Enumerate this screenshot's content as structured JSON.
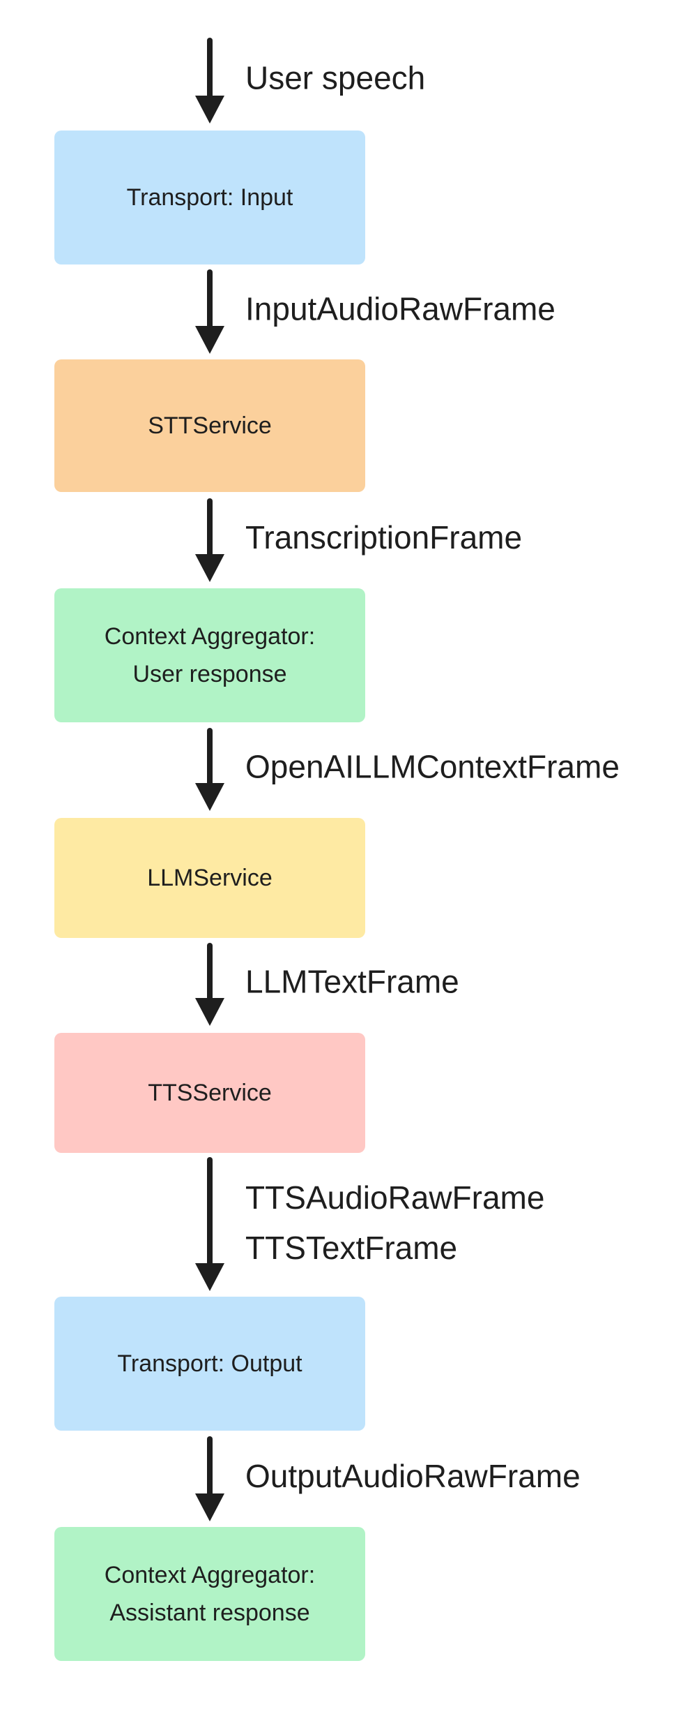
{
  "colors": {
    "text": "#1e1e1e",
    "arrow": "#1e1e1e",
    "blue": "#bfe3fc",
    "orange": "#fbd09c",
    "green": "#b1f3c6",
    "yellow": "#feeaa3",
    "red": "#ffc8c4"
  },
  "nodes": [
    {
      "id": "transport-input",
      "lines": [
        "Transport: Input"
      ],
      "color": "#bfe3fc"
    },
    {
      "id": "stt-service",
      "lines": [
        "STTService"
      ],
      "color": "#fbd09c"
    },
    {
      "id": "context-aggregator-user",
      "lines": [
        "Context Aggregator:",
        "User response"
      ],
      "color": "#b1f3c6"
    },
    {
      "id": "llm-service",
      "lines": [
        "LLMService"
      ],
      "color": "#feeaa3"
    },
    {
      "id": "tts-service",
      "lines": [
        "TTSService"
      ],
      "color": "#ffc8c4"
    },
    {
      "id": "transport-output",
      "lines": [
        "Transport: Output"
      ],
      "color": "#bfe3fc"
    },
    {
      "id": "context-aggregator-assistant",
      "lines": [
        "Context Aggregator:",
        "Assistant response"
      ],
      "color": "#b1f3c6"
    }
  ],
  "edges": [
    {
      "id": "user-speech",
      "to": "transport-input",
      "labels": [
        "User speech"
      ]
    },
    {
      "id": "input-audio-raw-frame",
      "from": "transport-input",
      "to": "stt-service",
      "labels": [
        "InputAudioRawFrame"
      ]
    },
    {
      "id": "transcription-frame",
      "from": "stt-service",
      "to": "context-aggregator-user",
      "labels": [
        "TranscriptionFrame"
      ]
    },
    {
      "id": "openai-llm-context-frame",
      "from": "context-aggregator-user",
      "to": "llm-service",
      "labels": [
        "OpenAILLMContextFrame"
      ]
    },
    {
      "id": "llm-text-frame",
      "from": "llm-service",
      "to": "tts-service",
      "labels": [
        "LLMTextFrame"
      ]
    },
    {
      "id": "tts-frames",
      "from": "tts-service",
      "to": "transport-output",
      "labels": [
        "TTSAudioRawFrame",
        "TTSTextFrame"
      ]
    },
    {
      "id": "output-audio-raw-frame",
      "from": "transport-output",
      "to": "context-aggregator-assistant",
      "labels": [
        "OutputAudioRawFrame"
      ]
    }
  ]
}
